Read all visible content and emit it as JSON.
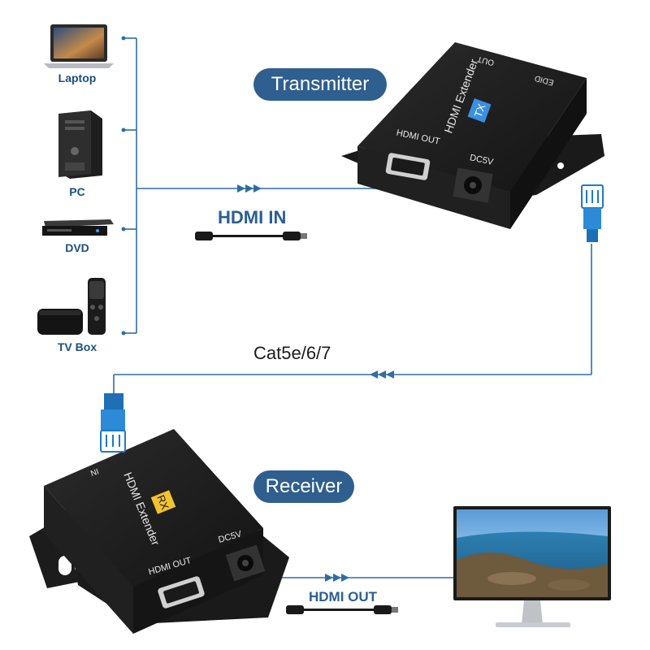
{
  "sources": [
    {
      "label": "Laptop",
      "icon": "laptop-icon"
    },
    {
      "label": "PC",
      "icon": "desktop-tower-icon"
    },
    {
      "label": "DVD",
      "icon": "dvd-player-icon"
    },
    {
      "label": "TV Box",
      "icon": "tv-box-icon"
    }
  ],
  "transmitter": {
    "title": "Transmitter",
    "device_name": "HDMI Extender",
    "badge": "TX",
    "port_hdmi": "HDMI OUT",
    "port_power": "DC5V",
    "port_out": "OUT",
    "port_edid": "EDID"
  },
  "receiver": {
    "title": "Receiver",
    "device_name": "HDMI Extender",
    "badge": "RX",
    "port_hdmi": "HDMI OUT",
    "port_power": "DC5V",
    "port_in": "IN"
  },
  "cables": {
    "hdmi_in": "HDMI IN",
    "network": "Cat5e/6/7",
    "hdmi_out": "HDMI OUT"
  },
  "display": {
    "icon": "monitor-icon"
  },
  "colors": {
    "line": "#2f6da3",
    "pill": "#2f5f8f",
    "label": "#1d4f7f",
    "tx_badge": "#3a8fe0",
    "rx_badge": "#f2c230",
    "device": "#1c1c1c"
  }
}
